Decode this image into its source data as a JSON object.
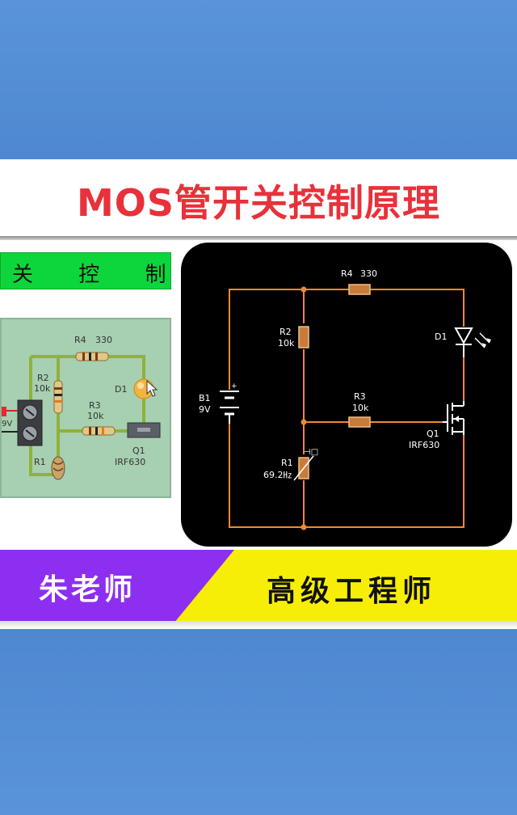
{
  "title": "MOS管开关控制原理",
  "left_label": "关 控 制",
  "board": {
    "r4": "R4",
    "r4_value": "330",
    "r2": "R2",
    "r2_value": "10k",
    "r3": "R3",
    "r3_value": "10k",
    "d1": "D1",
    "q1": "Q1",
    "q1_part": "IRF630",
    "r1": "R1",
    "batt_value": "9V"
  },
  "schematic": {
    "r4": "R4",
    "r4_value": "330",
    "r2": "R2",
    "r2_value": "10k",
    "r3": "R3",
    "r3_value": "10k",
    "b1": "B1",
    "b1_value": "9V",
    "d1": "D1",
    "q1": "Q1",
    "q1_part": "IRF630",
    "r1": "R1",
    "r1_value": "69.2㎐"
  },
  "banner": {
    "name": "朱老师",
    "role": "高级工程师"
  },
  "colors": {
    "wire": "#f08a2a",
    "title": "#e8313a",
    "label_bg": "#0cd63b",
    "banner_purple": "#8d2ff0",
    "banner_yellow": "#f6ee07"
  }
}
